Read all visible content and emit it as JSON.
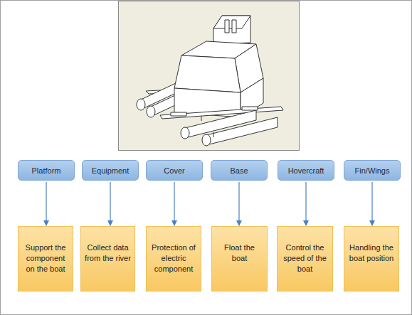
{
  "diagram": {
    "nodes": [
      {
        "text": [
          "Platform"
        ]
      },
      {
        "text": [
          "Equipment"
        ]
      },
      {
        "text": [
          "Cover"
        ]
      },
      {
        "text": [
          "Base"
        ]
      },
      {
        "text": [
          "Hovercraft"
        ]
      },
      {
        "text": [
          "Fin/Wings"
        ]
      },
      {
        "text": [
          "Support the component on the boat"
        ]
      },
      {
        "text": [
          "Collect data from the river"
        ]
      },
      {
        "text": [
          "Protection of electric component"
        ]
      },
      {
        "text": [
          "Float the boat"
        ]
      },
      {
        "text": [
          "Control the speed of the boat"
        ]
      },
      {
        "text": [
          "Handling the boat position"
        ]
      }
    ],
    "edges": [
      {
        "from": 0,
        "to": 6,
        "arrow": "to"
      },
      {
        "from": 1,
        "to": 7,
        "arrow": "to"
      },
      {
        "from": 2,
        "to": 8,
        "arrow": "to"
      },
      {
        "from": 3,
        "to": 9,
        "arrow": "to"
      },
      {
        "from": 4,
        "to": 10,
        "arrow": "to"
      },
      {
        "from": 5,
        "to": 11,
        "arrow": "to"
      }
    ]
  }
}
